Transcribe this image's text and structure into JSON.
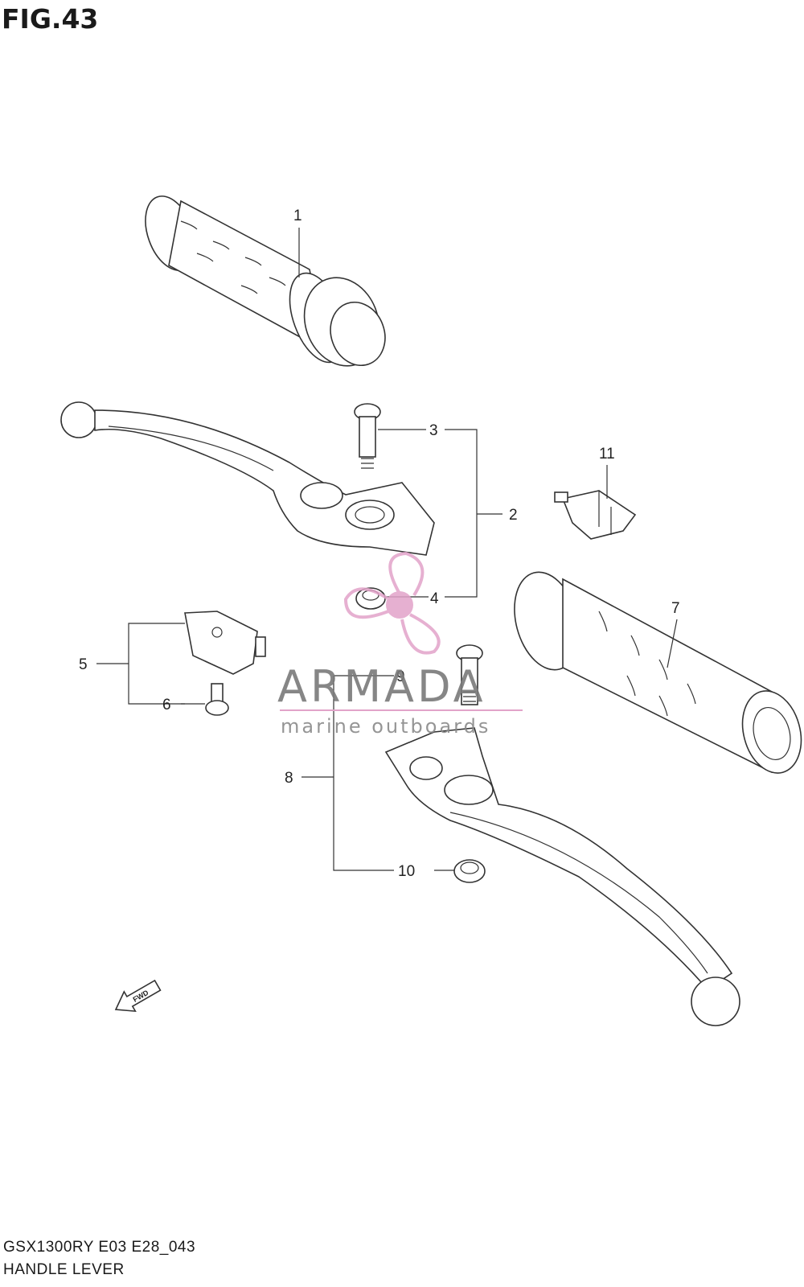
{
  "figure": {
    "title": "FIG.43",
    "model_code": "GSX1300RY E03 E28_043",
    "name": "HANDLE LEVER"
  },
  "callouts": [
    {
      "id": "1",
      "label": "1"
    },
    {
      "id": "2",
      "label": "2"
    },
    {
      "id": "3",
      "label": "3"
    },
    {
      "id": "4",
      "label": "4"
    },
    {
      "id": "5",
      "label": "5"
    },
    {
      "id": "6",
      "label": "6"
    },
    {
      "id": "7",
      "label": "7"
    },
    {
      "id": "8",
      "label": "8"
    },
    {
      "id": "9",
      "label": "9"
    },
    {
      "id": "10",
      "label": "10"
    },
    {
      "id": "11",
      "label": "11"
    }
  ],
  "direction_marker": {
    "label": "FWD"
  },
  "watermark": {
    "name": "ARMADA",
    "tagline": "marine outboards",
    "accent_color": "#e2a3c9"
  }
}
